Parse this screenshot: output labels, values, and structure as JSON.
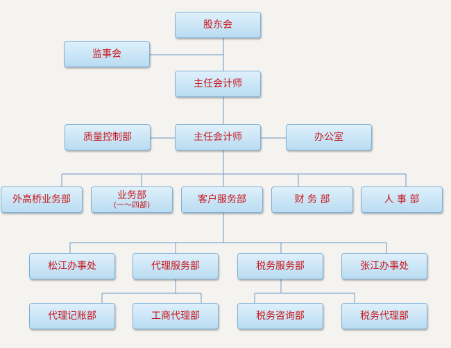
{
  "colors": {
    "background": "#f5f3ef",
    "node_text": "#c8171c",
    "node_fill_top": "#dff0fb",
    "node_fill_bottom": "#b9dcf2",
    "node_border": "#7fb1d8",
    "connector": "#6a97c6"
  },
  "nodes": {
    "shareholders": "股东会",
    "supervisory_board": "监事会",
    "chief_accountant_1": "主任会计师",
    "quality_control": "质量控制部",
    "chief_accountant_2": "主任会计师",
    "office": "办公室",
    "overseas_business": "外高桥业务部",
    "business_dept": {
      "label": "业务部",
      "sub": "(一～四部)"
    },
    "client_service": "客户服务部",
    "finance": "财 务 部",
    "hr": "人 事 部",
    "songjiang_office": "松江办事处",
    "agency_service": "代理服务部",
    "tax_service": "税务服务部",
    "zhangjiang_office": "张江办事处",
    "bookkeeping_agency": "代理记账部",
    "commerce_agency": "工商代理部",
    "tax_consulting": "税务咨询部",
    "tax_agency": "税务代理部"
  },
  "edges": [
    [
      "shareholders",
      "chief_accountant_1"
    ],
    [
      "supervisory_board",
      "chief_accountant_1"
    ],
    [
      "chief_accountant_1",
      "chief_accountant_2"
    ],
    [
      "quality_control",
      "chief_accountant_2"
    ],
    [
      "office",
      "chief_accountant_2"
    ],
    [
      "chief_accountant_2",
      "overseas_business"
    ],
    [
      "chief_accountant_2",
      "business_dept"
    ],
    [
      "chief_accountant_2",
      "client_service"
    ],
    [
      "chief_accountant_2",
      "finance"
    ],
    [
      "chief_accountant_2",
      "hr"
    ],
    [
      "client_service",
      "songjiang_office"
    ],
    [
      "client_service",
      "agency_service"
    ],
    [
      "client_service",
      "tax_service"
    ],
    [
      "client_service",
      "zhangjiang_office"
    ],
    [
      "agency_service",
      "bookkeeping_agency"
    ],
    [
      "agency_service",
      "commerce_agency"
    ],
    [
      "tax_service",
      "tax_consulting"
    ],
    [
      "tax_service",
      "tax_agency"
    ]
  ]
}
